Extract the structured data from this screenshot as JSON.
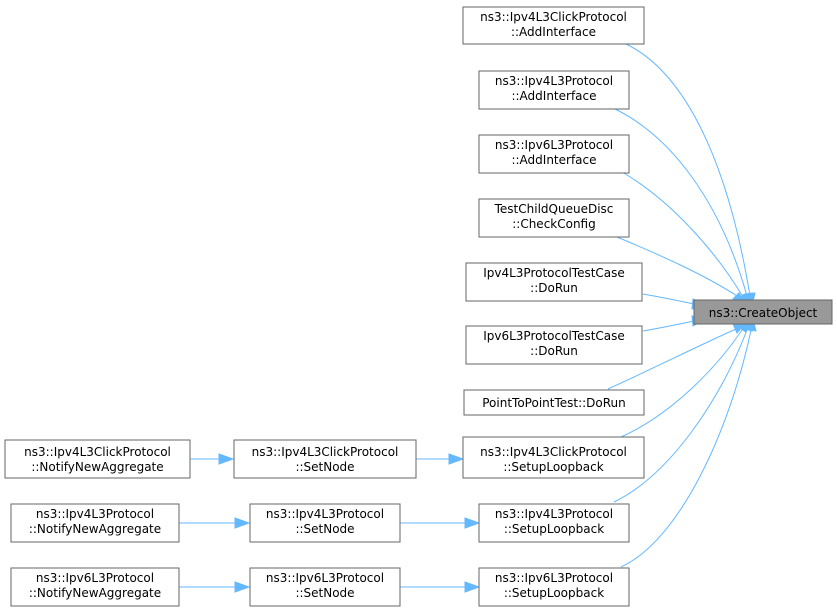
{
  "graph": {
    "nodes": {
      "create_object": {
        "lines": [
          "ns3::CreateObject"
        ]
      },
      "click_add_interface": {
        "lines": [
          "ns3::Ipv4L3ClickProtocol",
          "::AddInterface"
        ]
      },
      "ipv4_add_interface": {
        "lines": [
          "ns3::Ipv4L3Protocol",
          "::AddInterface"
        ]
      },
      "ipv6_add_interface": {
        "lines": [
          "ns3::Ipv6L3Protocol",
          "::AddInterface"
        ]
      },
      "check_config": {
        "lines": [
          "TestChildQueueDisc",
          "::CheckConfig"
        ]
      },
      "ipv4_test_dorun": {
        "lines": [
          "Ipv4L3ProtocolTestCase",
          "::DoRun"
        ]
      },
      "ipv6_test_dorun": {
        "lines": [
          "Ipv6L3ProtocolTestCase",
          "::DoRun"
        ]
      },
      "p2p_dorun": {
        "lines": [
          "PointToPointTest::DoRun"
        ]
      },
      "click_setup_loopback": {
        "lines": [
          "ns3::Ipv4L3ClickProtocol",
          "::SetupLoopback"
        ]
      },
      "ipv4_setup_loopback": {
        "lines": [
          "ns3::Ipv4L3Protocol",
          "::SetupLoopback"
        ]
      },
      "ipv6_setup_loopback": {
        "lines": [
          "ns3::Ipv6L3Protocol",
          "::SetupLoopback"
        ]
      },
      "click_set_node": {
        "lines": [
          "ns3::Ipv4L3ClickProtocol",
          "::SetNode"
        ]
      },
      "ipv4_set_node": {
        "lines": [
          "ns3::Ipv4L3Protocol",
          "::SetNode"
        ]
      },
      "ipv6_set_node": {
        "lines": [
          "ns3::Ipv6L3Protocol",
          "::SetNode"
        ]
      },
      "click_notify": {
        "lines": [
          "ns3::Ipv4L3ClickProtocol",
          "::NotifyNewAggregate"
        ]
      },
      "ipv4_notify": {
        "lines": [
          "ns3::Ipv4L3Protocol",
          "::NotifyNewAggregate"
        ]
      },
      "ipv6_notify": {
        "lines": [
          "ns3::Ipv6L3Protocol",
          "::NotifyNewAggregate"
        ]
      }
    },
    "edges": [
      {
        "from": "click_add_interface",
        "to": "create_object"
      },
      {
        "from": "ipv4_add_interface",
        "to": "create_object"
      },
      {
        "from": "ipv6_add_interface",
        "to": "create_object"
      },
      {
        "from": "check_config",
        "to": "create_object"
      },
      {
        "from": "ipv4_test_dorun",
        "to": "create_object"
      },
      {
        "from": "ipv6_test_dorun",
        "to": "create_object"
      },
      {
        "from": "p2p_dorun",
        "to": "create_object"
      },
      {
        "from": "click_setup_loopback",
        "to": "create_object"
      },
      {
        "from": "ipv4_setup_loopback",
        "to": "create_object"
      },
      {
        "from": "ipv6_setup_loopback",
        "to": "create_object"
      },
      {
        "from": "click_set_node",
        "to": "click_setup_loopback"
      },
      {
        "from": "ipv4_set_node",
        "to": "ipv4_setup_loopback"
      },
      {
        "from": "ipv6_set_node",
        "to": "ipv6_setup_loopback"
      },
      {
        "from": "click_notify",
        "to": "click_set_node"
      },
      {
        "from": "ipv4_notify",
        "to": "ipv4_set_node"
      },
      {
        "from": "ipv6_notify",
        "to": "ipv6_set_node"
      }
    ]
  }
}
